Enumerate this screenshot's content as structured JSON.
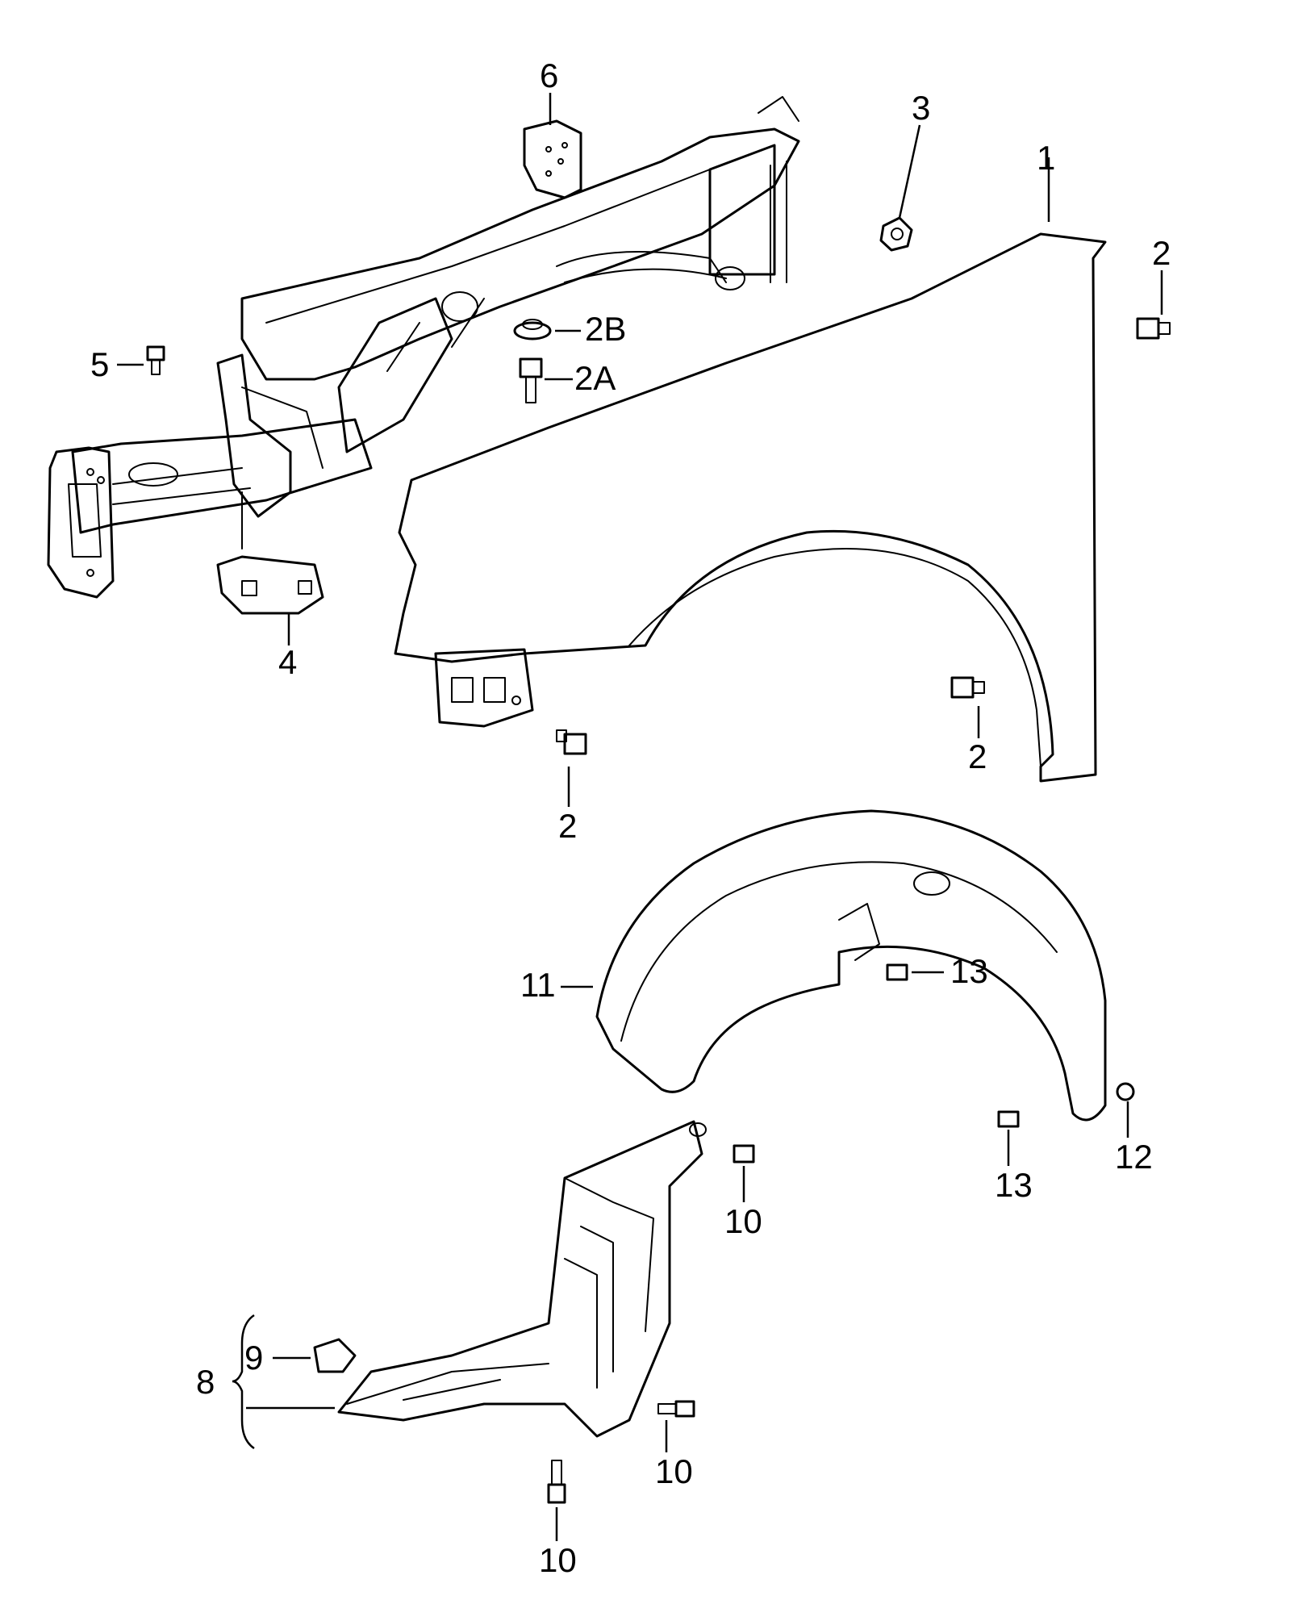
{
  "callouts": {
    "c1": "1",
    "c2_top_right": "2",
    "c2a": "2A",
    "c2b": "2B",
    "c2_front": "2",
    "c2_rear": "2",
    "c3": "3",
    "c4": "4",
    "c5": "5",
    "c6": "6",
    "c8": "8",
    "c9": "9",
    "c10_a": "10",
    "c10_b": "10",
    "c10_c": "10",
    "c11": "11",
    "c12": "12",
    "c13_a": "13",
    "c13_b": "13"
  }
}
